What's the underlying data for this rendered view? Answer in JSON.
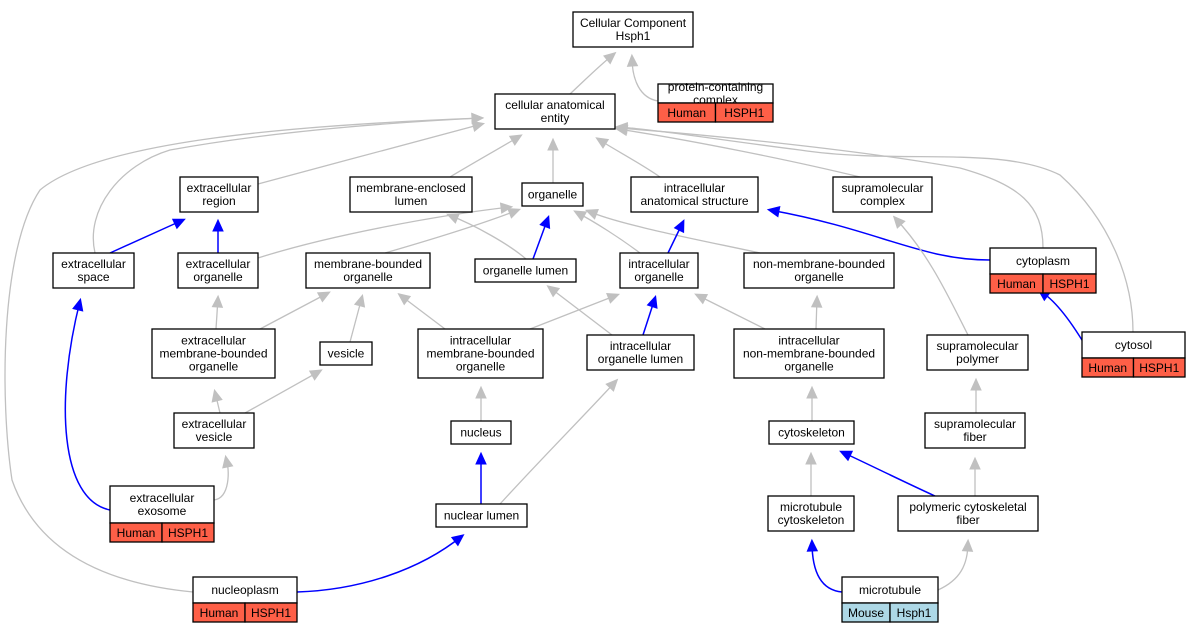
{
  "graph": {
    "colors": {
      "gray_edge": "#c0c0c0",
      "blue_edge": "#0000ff",
      "human": "#fe5f47",
      "mouse": "#add8e6"
    },
    "nodes": {
      "cc": {
        "lines": [
          "Cellular Component",
          "Hsph1"
        ]
      },
      "pcc": {
        "lines": [
          "protein-containing",
          "complex"
        ],
        "species": "Human",
        "gene": "HSPH1",
        "org": "human"
      },
      "cae": {
        "lines": [
          "cellular anatomical",
          "entity"
        ]
      },
      "er": {
        "lines": [
          "extracellular",
          "region"
        ]
      },
      "mel": {
        "lines": [
          "membrane-enclosed",
          "lumen"
        ]
      },
      "org": {
        "lines": [
          "organelle"
        ]
      },
      "ias": {
        "lines": [
          "intracellular",
          "anatomical structure"
        ]
      },
      "sc": {
        "lines": [
          "supramolecular",
          "complex"
        ]
      },
      "es": {
        "lines": [
          "extracellular",
          "space"
        ]
      },
      "eo": {
        "lines": [
          "extracellular",
          "organelle"
        ]
      },
      "mbo": {
        "lines": [
          "membrane-bounded",
          "organelle"
        ]
      },
      "ol": {
        "lines": [
          "organelle lumen"
        ]
      },
      "io": {
        "lines": [
          "intracellular",
          "organelle"
        ]
      },
      "nmbo": {
        "lines": [
          "non-membrane-bounded",
          "organelle"
        ]
      },
      "cyto": {
        "lines": [
          "cytoplasm"
        ],
        "species": "Human",
        "gene": "HSPH1",
        "org": "human"
      },
      "embo": {
        "lines": [
          "extracellular",
          "membrane-bounded",
          "organelle"
        ]
      },
      "ves": {
        "lines": [
          "vesicle"
        ]
      },
      "imbo": {
        "lines": [
          "intracellular",
          "membrane-bounded",
          "organelle"
        ]
      },
      "iol": {
        "lines": [
          "intracellular",
          "organelle lumen"
        ]
      },
      "inmbo": {
        "lines": [
          "intracellular",
          "non-membrane-bounded",
          "organelle"
        ]
      },
      "sp": {
        "lines": [
          "supramolecular",
          "polymer"
        ]
      },
      "cytosol": {
        "lines": [
          "cytosol"
        ],
        "species": "Human",
        "gene": "HSPH1",
        "org": "human"
      },
      "ev": {
        "lines": [
          "extracellular",
          "vesicle"
        ]
      },
      "nuc": {
        "lines": [
          "nucleus"
        ]
      },
      "csk": {
        "lines": [
          "cytoskeleton"
        ]
      },
      "sf": {
        "lines": [
          "supramolecular",
          "fiber"
        ]
      },
      "exo": {
        "lines": [
          "extracellular",
          "exosome"
        ],
        "species": "Human",
        "gene": "HSPH1",
        "org": "human"
      },
      "nl": {
        "lines": [
          "nuclear lumen"
        ]
      },
      "mtc": {
        "lines": [
          "microtubule",
          "cytoskeleton"
        ]
      },
      "pcf": {
        "lines": [
          "polymeric cytoskeletal",
          "fiber"
        ]
      },
      "np": {
        "lines": [
          "nucleoplasm"
        ],
        "species": "Human",
        "gene": "HSPH1",
        "org": "human"
      },
      "mt": {
        "lines": [
          "microtubule"
        ],
        "species": "Mouse",
        "gene": "Hsph1",
        "org": "mouse"
      }
    },
    "edges": [
      {
        "from": "cae",
        "to": "cc",
        "kind": "is_a"
      },
      {
        "from": "pcc",
        "to": "cc",
        "kind": "is_a"
      },
      {
        "from": "er",
        "to": "cae",
        "kind": "is_a"
      },
      {
        "from": "mel",
        "to": "cae",
        "kind": "is_a"
      },
      {
        "from": "org",
        "to": "cae",
        "kind": "is_a"
      },
      {
        "from": "ias",
        "to": "cae",
        "kind": "is_a"
      },
      {
        "from": "sc",
        "to": "cae",
        "kind": "is_a"
      },
      {
        "from": "es",
        "to": "cae",
        "kind": "is_a"
      },
      {
        "from": "cyto",
        "to": "cae",
        "kind": "is_a"
      },
      {
        "from": "cytosol",
        "to": "cae",
        "kind": "is_a"
      },
      {
        "from": "np",
        "to": "cae",
        "kind": "is_a"
      },
      {
        "from": "es",
        "to": "er",
        "kind": "part_of"
      },
      {
        "from": "eo",
        "to": "er",
        "kind": "part_of"
      },
      {
        "from": "eo",
        "to": "org",
        "kind": "is_a"
      },
      {
        "from": "mbo",
        "to": "org",
        "kind": "is_a"
      },
      {
        "from": "ol",
        "to": "mel",
        "kind": "is_a"
      },
      {
        "from": "ol",
        "to": "org",
        "kind": "part_of"
      },
      {
        "from": "io",
        "to": "org",
        "kind": "is_a"
      },
      {
        "from": "nmbo",
        "to": "org",
        "kind": "is_a"
      },
      {
        "from": "io",
        "to": "ias",
        "kind": "part_of"
      },
      {
        "from": "cyto",
        "to": "ias",
        "kind": "part_of"
      },
      {
        "from": "cytosol",
        "to": "cyto",
        "kind": "part_of"
      },
      {
        "from": "embo",
        "to": "eo",
        "kind": "is_a"
      },
      {
        "from": "embo",
        "to": "mbo",
        "kind": "is_a"
      },
      {
        "from": "ves",
        "to": "mbo",
        "kind": "is_a"
      },
      {
        "from": "imbo",
        "to": "mbo",
        "kind": "is_a"
      },
      {
        "from": "imbo",
        "to": "io",
        "kind": "is_a"
      },
      {
        "from": "iol",
        "to": "ol",
        "kind": "is_a"
      },
      {
        "from": "iol",
        "to": "io",
        "kind": "part_of"
      },
      {
        "from": "inmbo",
        "to": "io",
        "kind": "is_a"
      },
      {
        "from": "inmbo",
        "to": "nmbo",
        "kind": "is_a"
      },
      {
        "from": "sp",
        "to": "sc",
        "kind": "is_a"
      },
      {
        "from": "ev",
        "to": "embo",
        "kind": "is_a"
      },
      {
        "from": "ev",
        "to": "ves",
        "kind": "is_a"
      },
      {
        "from": "nuc",
        "to": "imbo",
        "kind": "is_a"
      },
      {
        "from": "csk",
        "to": "inmbo",
        "kind": "is_a"
      },
      {
        "from": "sf",
        "to": "sp",
        "kind": "is_a"
      },
      {
        "from": "exo",
        "to": "ev",
        "kind": "is_a"
      },
      {
        "from": "exo",
        "to": "es",
        "kind": "part_of"
      },
      {
        "from": "nl",
        "to": "nuc",
        "kind": "part_of"
      },
      {
        "from": "nl",
        "to": "iol",
        "kind": "is_a"
      },
      {
        "from": "mtc",
        "to": "csk",
        "kind": "is_a"
      },
      {
        "from": "pcf",
        "to": "csk",
        "kind": "part_of"
      },
      {
        "from": "pcf",
        "to": "sf",
        "kind": "is_a"
      },
      {
        "from": "np",
        "to": "nl",
        "kind": "part_of"
      },
      {
        "from": "mt",
        "to": "mtc",
        "kind": "part_of"
      },
      {
        "from": "mt",
        "to": "pcf",
        "kind": "is_a"
      }
    ]
  }
}
